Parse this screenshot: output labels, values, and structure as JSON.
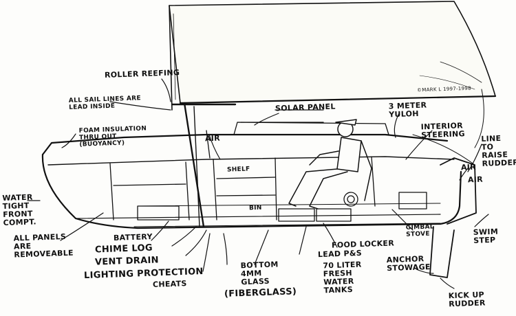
{
  "labels": {
    "roller_reefing": "ROLLER REEFING",
    "all_sail_lines": "ALL SAIL LINES ARE LEAD INSIDE",
    "foam_insulation": "FOAM INSULATION THRU OUT (BUOYANCY)",
    "solar_panel": "SOLAR PANEL",
    "yuloh": "3 METER YULOH",
    "interior_steering": "INTERIOR STEERING",
    "line_raise_rudder": "LINE TO RAISE RUDDER",
    "air_1": "AIR",
    "air_2": "AIR",
    "air_3": "AIR",
    "shelf": "SHELF",
    "bin": "BIN",
    "watertight": "WATER TIGHT FRONT COMPT.",
    "all_panels": "ALL PANELS ARE REMOVEABLE",
    "battery": "BATTERY",
    "chime_log": "CHIME LOG",
    "vent_drain": "VENT DRAIN",
    "lighting": "LIGHTING PROTECTION",
    "cheats": "CHEATS",
    "bottom": "BOTTOM 4MM GLASS",
    "fiberglass": "(FIBERGLASS)",
    "lead": "LEAD P&S",
    "water_tanks": "70 LITER FRESH WATER TANKS",
    "food_locker": "FOOD LOCKER",
    "gimbal_stove": "GIMBAL STOVE",
    "swim_step": "SWIM STEP",
    "anchor_stowage": "ANCHOR STOWAGE",
    "kick_up_rudder": "KICK UP RUDDER",
    "signature": "©MARK L 1997-1998"
  }
}
